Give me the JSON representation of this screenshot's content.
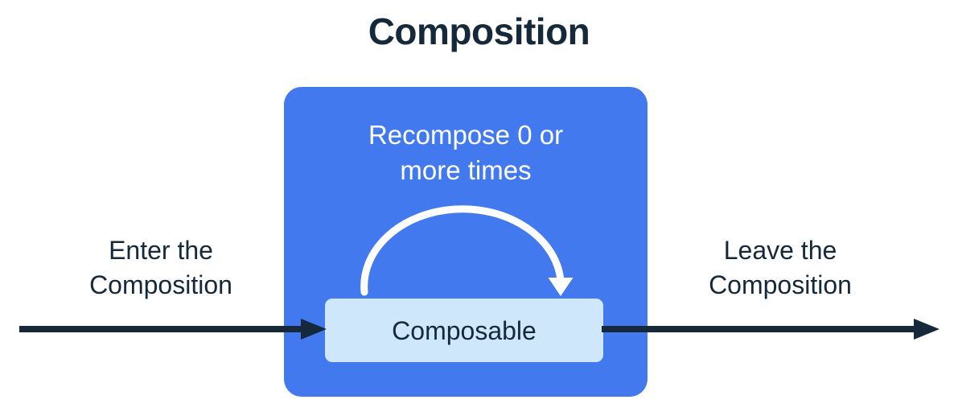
{
  "title": "Composition",
  "composition_box": {
    "recompose_caption": {
      "line1": "Recompose 0 or",
      "line2": "more times"
    },
    "recompose_arrow_icon": "curved-loop-arrow-icon",
    "composable": {
      "label": "Composable"
    }
  },
  "enter": {
    "label_line1": "Enter the",
    "label_line2": "Composition",
    "arrow_icon": "arrow-right-icon"
  },
  "leave": {
    "label_line1": "Leave the",
    "label_line2": "Composition",
    "arrow_icon": "arrow-right-icon"
  },
  "colors": {
    "background": "#FFFFFF",
    "ink": "#15293A",
    "composition_blue": "#4279EE",
    "composable_light_blue": "#CFE7FB",
    "recompose_arrow": "#FFFFFF"
  }
}
